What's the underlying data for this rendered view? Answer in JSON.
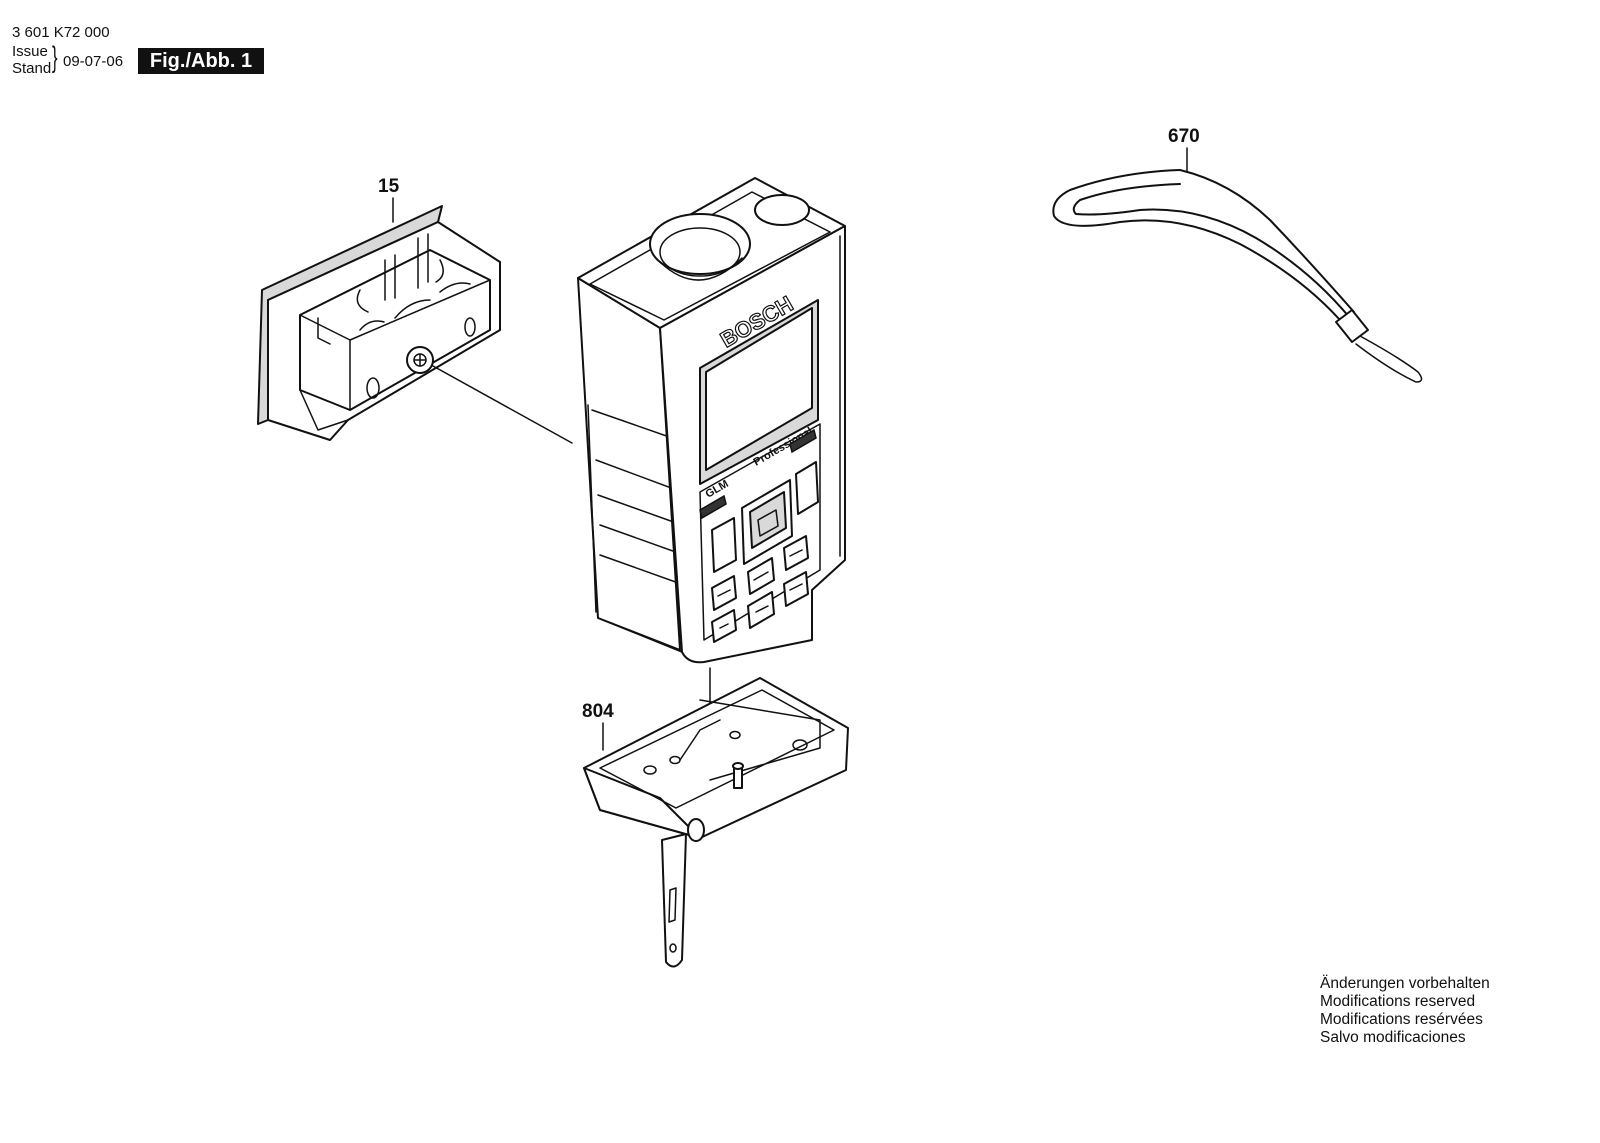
{
  "header": {
    "part_number": "3 601 K72 000",
    "issue_label": "Issue",
    "stand_label": "Stand",
    "date": "09-07-06",
    "figure_label": "Fig./Abb. 1"
  },
  "callouts": {
    "battery_cover": "15",
    "wrist_strap": "670",
    "end_piece": "804"
  },
  "device_labels": {
    "brand": "BOSCH",
    "series": "Professional",
    "model": "GLM"
  },
  "notes": [
    "Änderungen vorbehalten",
    "Modifications reserved",
    "Modifications resérvées",
    "Salvo modificaciones"
  ]
}
